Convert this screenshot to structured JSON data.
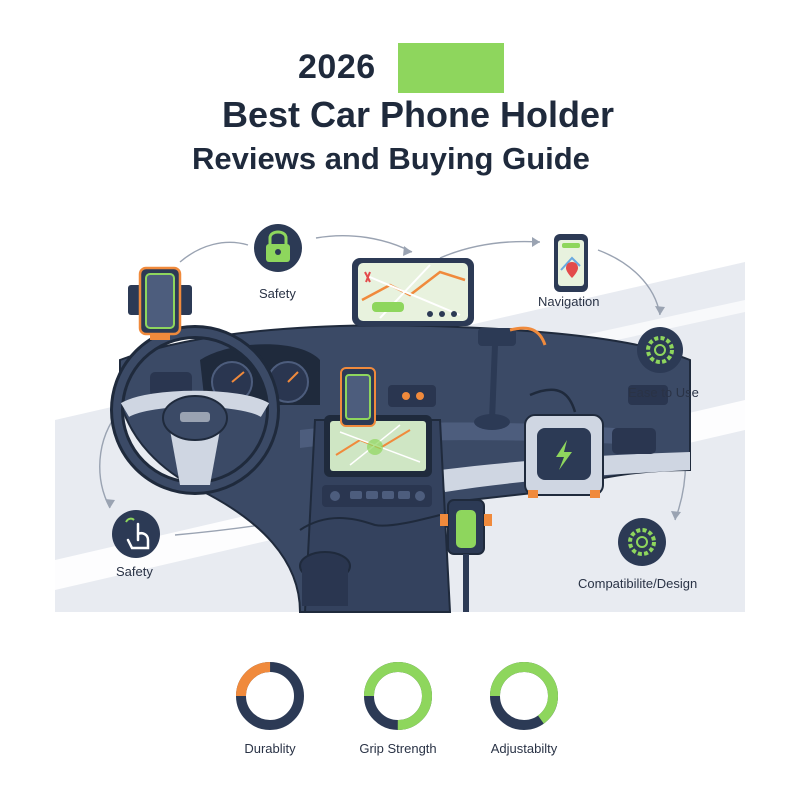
{
  "header": {
    "year": "2026",
    "line1": "Best Car Phone Holder",
    "line2": "Reviews and Buying Guide"
  },
  "features": {
    "safety_top": "Safety",
    "navigation": "Navigation",
    "ease_of_use": "Ease to Use",
    "safety_left": "Safety",
    "compatibility": "Compatibilite/Design"
  },
  "ratings": [
    {
      "label": "Durablity",
      "fraction": 0.25,
      "color": "#f08a3c"
    },
    {
      "label": "Grip Strength",
      "fraction": 0.75,
      "color": "#8ed65d"
    },
    {
      "label": "Adjustabilty",
      "fraction": 0.65,
      "color": "#8ed65d"
    }
  ],
  "colors": {
    "dark": "#2c3a55",
    "green": "#8ed65d",
    "orange": "#f08a3c",
    "dash": "#3b4a66",
    "road": "#e6e9ef"
  },
  "icons": [
    "lock-icon",
    "touch-icon",
    "gear-icon",
    "charging-icon",
    "map-icon"
  ]
}
